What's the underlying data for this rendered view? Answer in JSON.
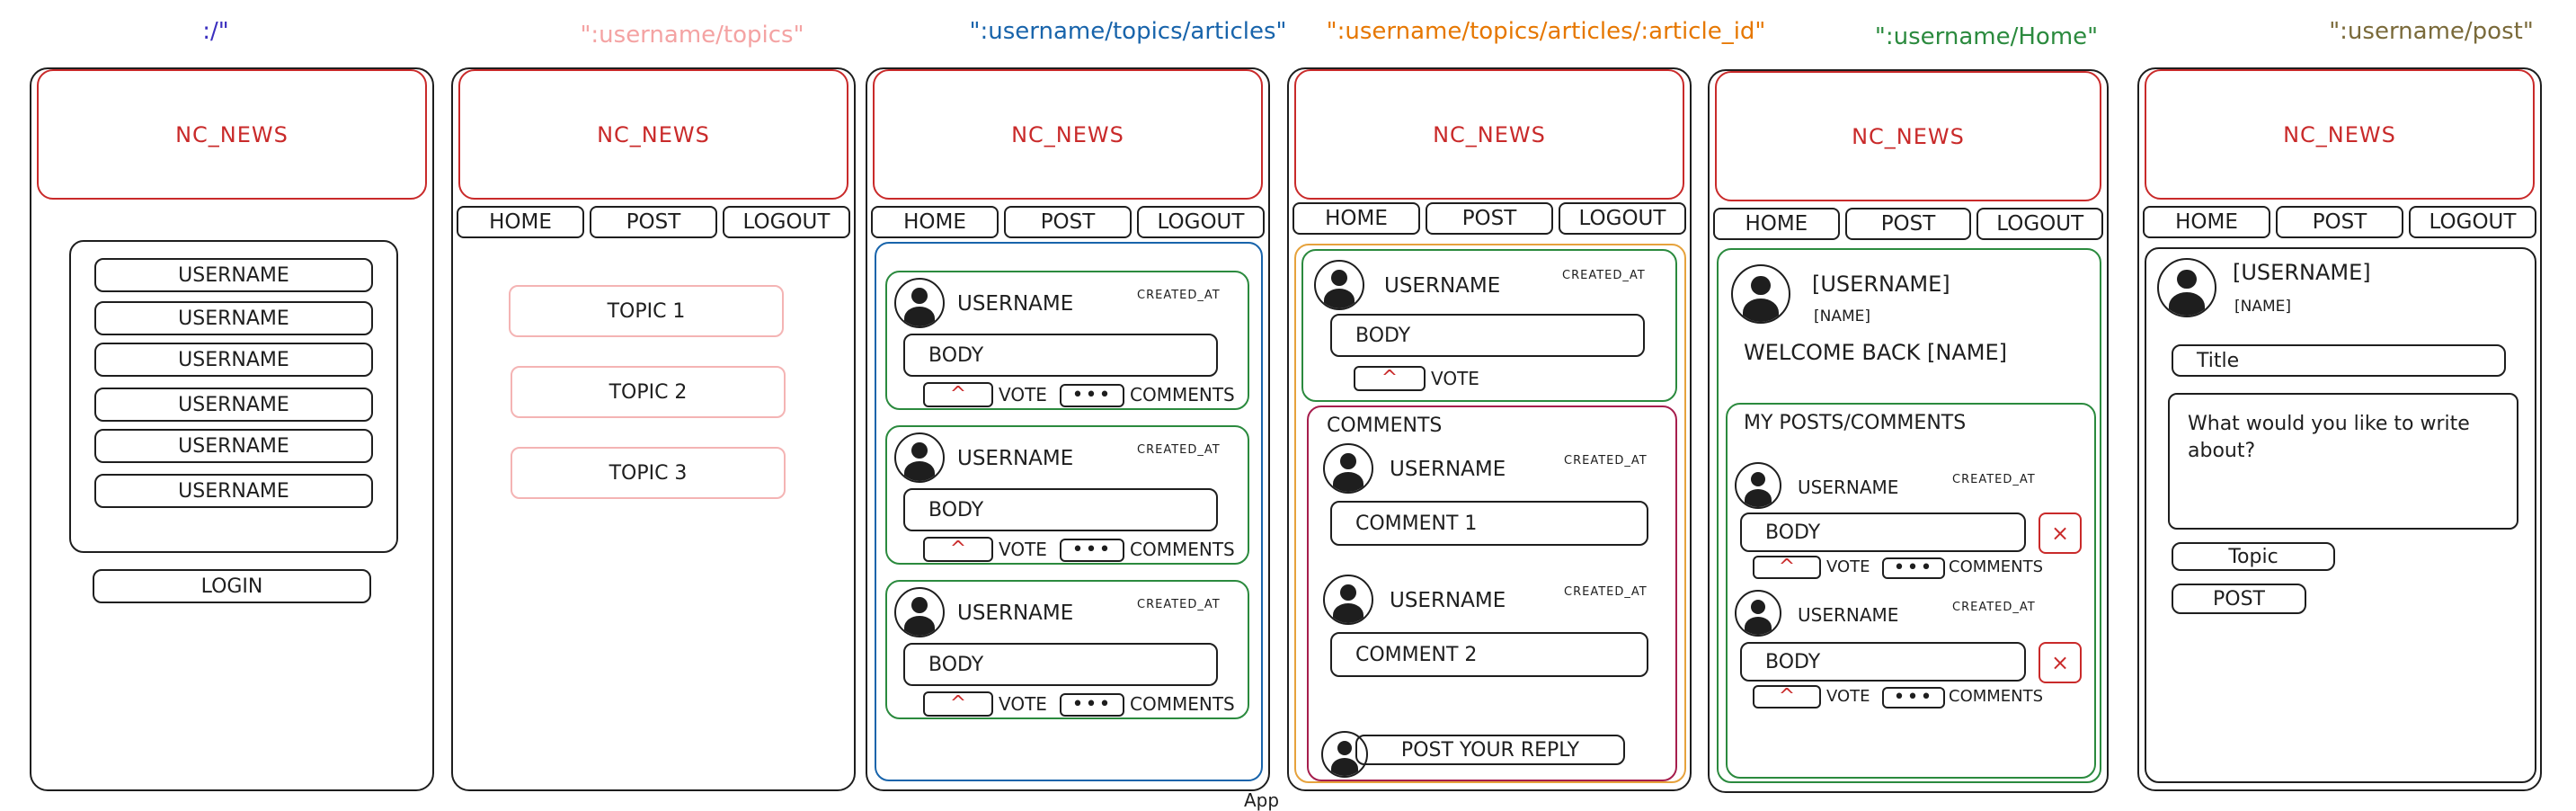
{
  "routes": [
    ":/\"",
    "\":username/topics\"",
    "\":username/topics/articles\"",
    "\":username/topics/articles/:article_id\"",
    "\":username/Home\"",
    "\":username/post\""
  ],
  "colors": {
    "header": "#c92a2a",
    "route1": "#3b2fbf",
    "route2": "#f4a3a3",
    "route3": "#1864ab",
    "route4": "#e67700",
    "route5": "#2b8a3e",
    "route6": "#7a6a3a"
  },
  "common": {
    "app_name": "NC_NEWS",
    "nav": {
      "home": "HOME",
      "post": "POST",
      "logout": "LOGOUT"
    },
    "username": "USERNAME",
    "created_at": "CREATED_AT",
    "body": "BODY",
    "vote": "VOTE",
    "comments": "COMMENTS",
    "upvote_icon": "^",
    "more_icon": "•••"
  },
  "login": {
    "users": [
      "USERNAME",
      "USERNAME",
      "USERNAME",
      "USERNAME",
      "USERNAME",
      "USERNAME"
    ],
    "login_button": "LOGIN"
  },
  "topics": {
    "items": [
      "TOPIC 1",
      "TOPIC 2",
      "TOPIC 3"
    ]
  },
  "article": {
    "comments_heading": "COMMENTS",
    "comments": [
      "COMMENT 1",
      "COMMENT 2"
    ],
    "reply_button": "POST YOUR REPLY"
  },
  "home": {
    "username_label": "[USERNAME]",
    "name_label": "[NAME]",
    "welcome": "WELCOME BACK [NAME]",
    "my_posts_heading": "MY POSTS/COMMENTS",
    "delete_icon": "×"
  },
  "post": {
    "username_label": "[USERNAME]",
    "name_label": "[NAME]",
    "title_placeholder": "Title",
    "body_placeholder": "What would you like to write about?",
    "topic_placeholder": "Topic",
    "submit_button": "POST"
  },
  "footer_fragment": "App"
}
